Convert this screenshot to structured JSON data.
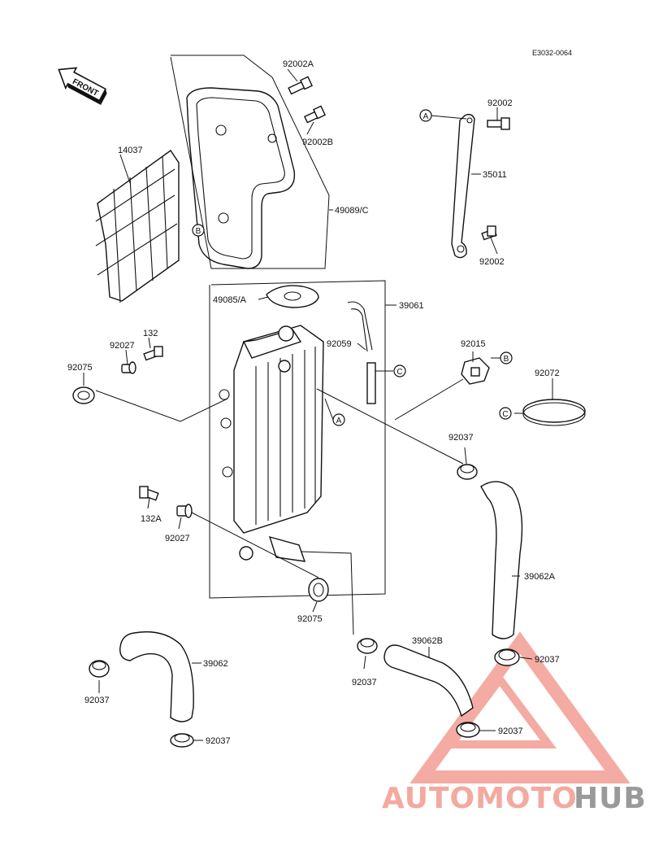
{
  "diagram_code": "E3032-0064",
  "front_label": "FRONT",
  "parts": {
    "p14037": "14037",
    "p92002A": "92002A",
    "p92002B": "92002B",
    "p49089C": "49089/C",
    "p92002_top": "92002",
    "p35011": "35011",
    "p92002_bot": "92002",
    "p49085A": "49085/A",
    "p39061": "39061",
    "p92059": "92059",
    "p92015": "92015",
    "p92072": "92072",
    "p132": "132",
    "p92027_top": "92027",
    "p92075_left": "92075",
    "p132A": "132A",
    "p92027_bot": "92027",
    "p92037_mid": "92037",
    "p39062A": "39062A",
    "p92075_bot": "92075",
    "p39062B": "39062B",
    "p92037_hoseB": "92037",
    "p92037_right_top": "92037",
    "p39062": "39062",
    "p92037_left": "92037",
    "p92037_left_bot": "92037",
    "p92037_right_bot": "92037"
  },
  "refs": {
    "A": "A",
    "B": "B",
    "C": "C"
  },
  "watermark": {
    "part1": "AUTOMOTO",
    "part2": "HUB",
    "color1": "#f4a9a0",
    "color2": "#9a9a9a",
    "triangle_color": "#ef8f85"
  }
}
